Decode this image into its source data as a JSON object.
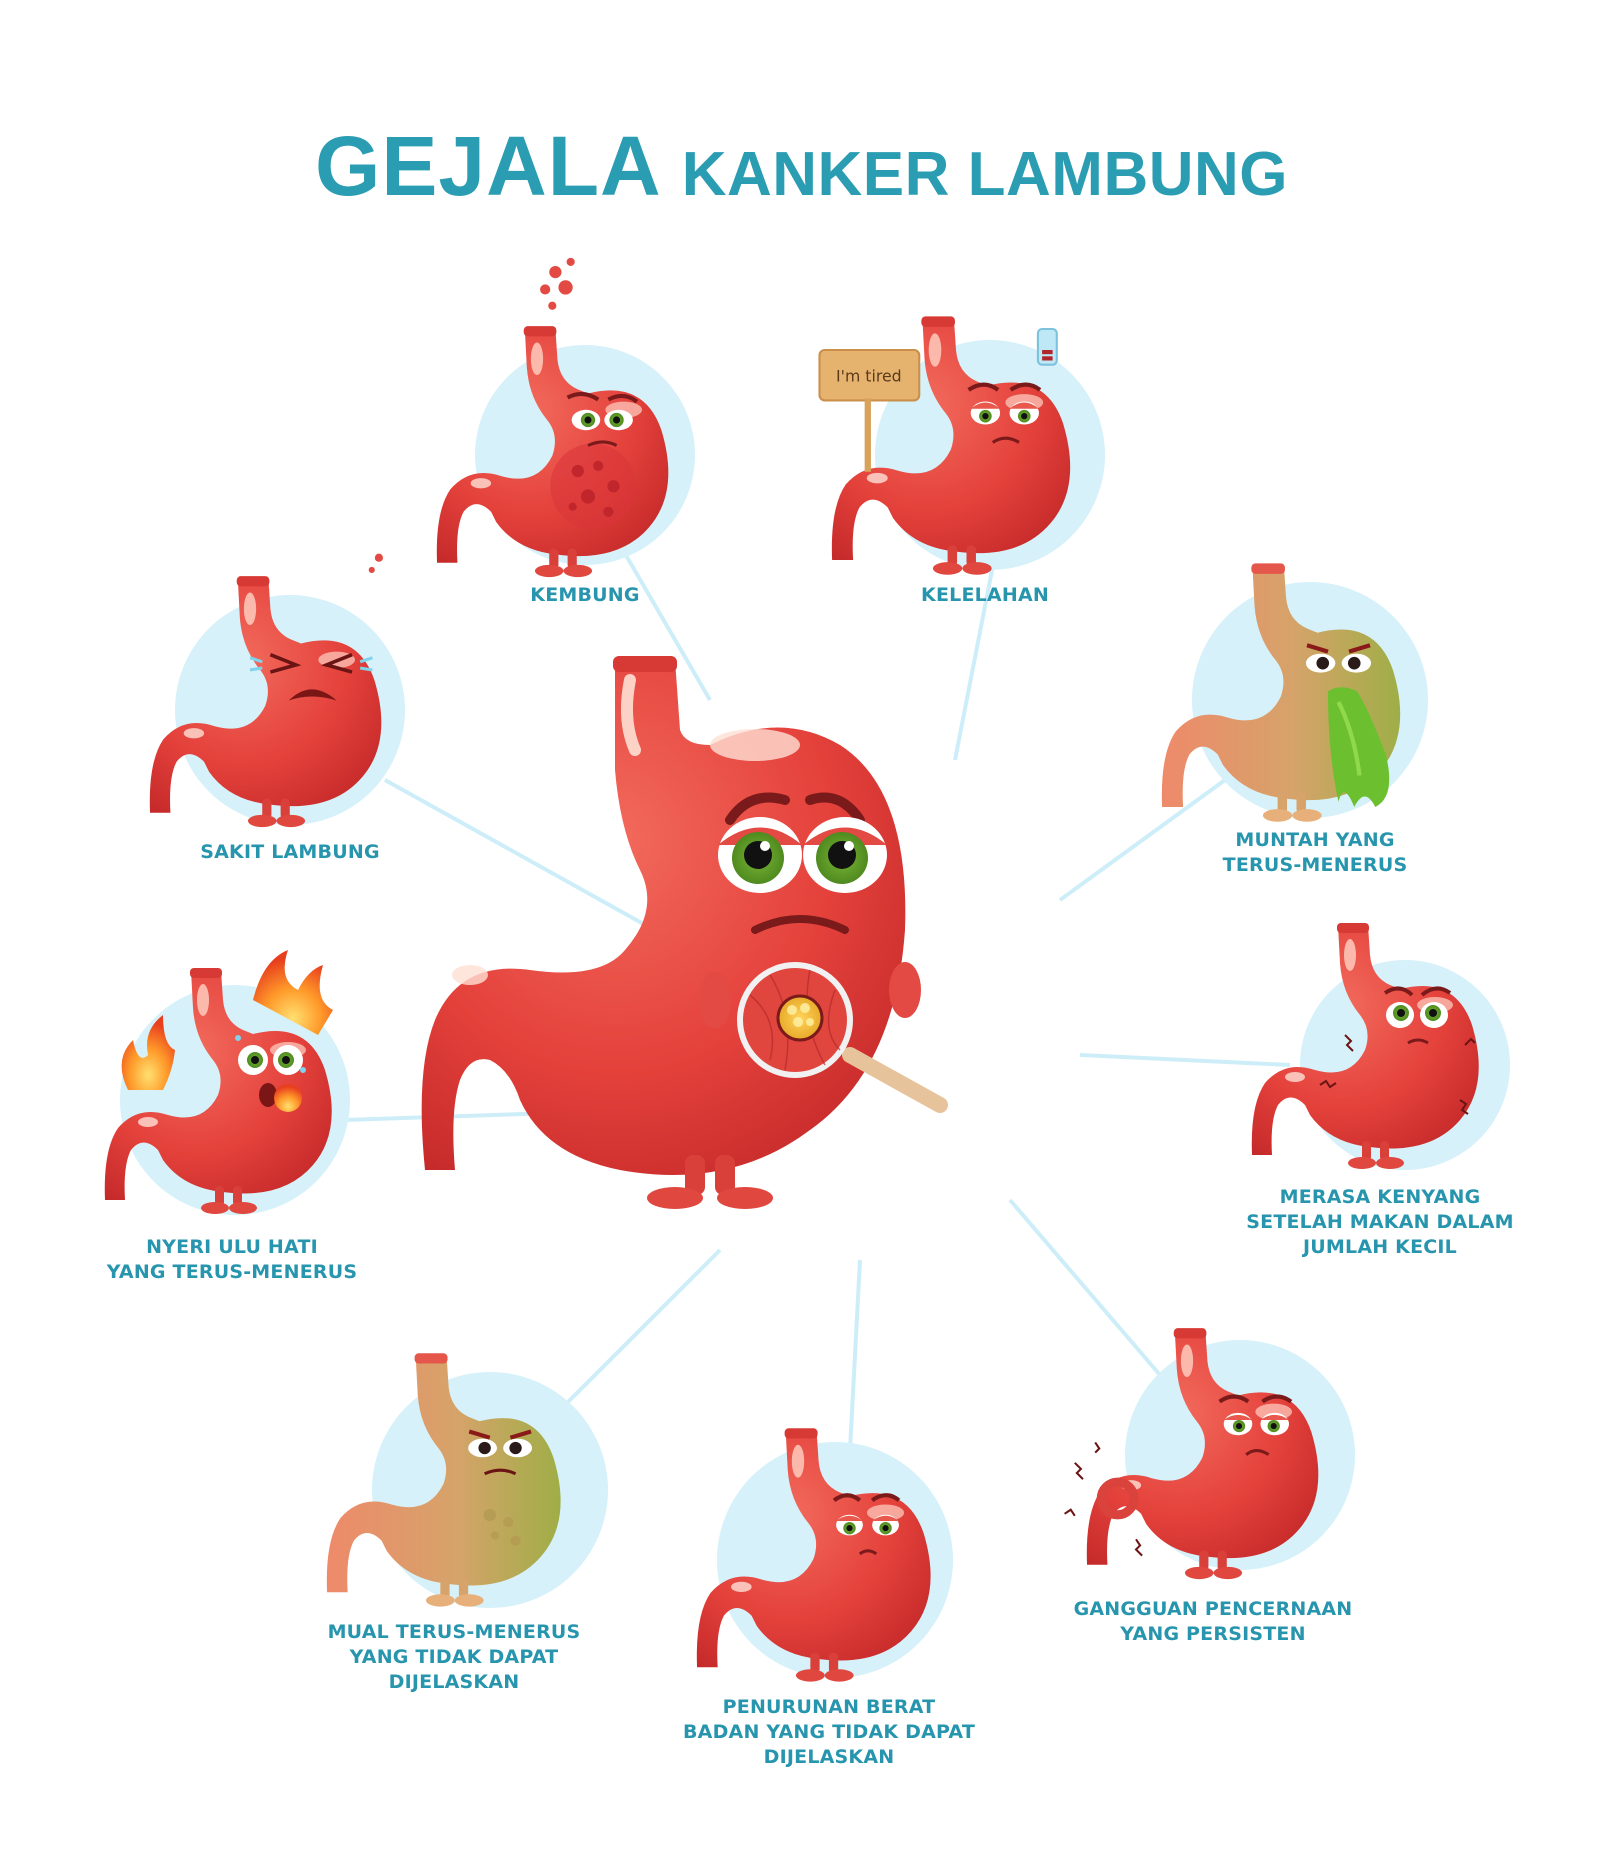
{
  "title": {
    "primary": "GEJALA",
    "secondary": "KANKER LAMBUNG",
    "color": "#2a9db2"
  },
  "center": {
    "name": "stomach-with-magnifier",
    "description": "Central sad stomach character holding a magnifying glass showing a tumor"
  },
  "colors": {
    "circle_bg": "#d6f1f9",
    "connector": "#cdeef8",
    "label": "#2795ad",
    "stomach_red": "#e8463f",
    "stomach_dark": "#c8282a",
    "stomach_highlight": "#f7a08c",
    "nausea_green": "#a8b559",
    "vomit_green": "#6cc02f",
    "eye_green": "#5d9a25"
  },
  "symptoms": [
    {
      "id": "kembung",
      "lines": [
        "KEMBUNG"
      ],
      "icon": "bloated-stomach-icon",
      "extra": ""
    },
    {
      "id": "kelelahan",
      "lines": [
        "KELELAHAN"
      ],
      "icon": "tired-stomach-icon",
      "extra": "I'm tired"
    },
    {
      "id": "sakit-lambung",
      "lines": [
        "SAKIT LAMBUNG"
      ],
      "icon": "stomach-pain-icon",
      "extra": ""
    },
    {
      "id": "muntah",
      "lines": [
        "MUNTAH YANG",
        "TERUS-MENERUS"
      ],
      "icon": "vomiting-stomach-icon",
      "extra": ""
    },
    {
      "id": "nyeri-ulu-hati",
      "lines": [
        "NYERI ULU HATI",
        "YANG TERUS-MENERUS"
      ],
      "icon": "heartburn-stomach-icon",
      "extra": ""
    },
    {
      "id": "merasa-kenyang",
      "lines": [
        "MERASA KENYANG",
        "SETELAH MAKAN DALAM",
        "JUMLAH KECIL"
      ],
      "icon": "early-satiety-stomach-icon",
      "extra": ""
    },
    {
      "id": "gangguan-pencernaan",
      "lines": [
        "GANGGUAN PENCERNAAN",
        "YANG PERSISTEN"
      ],
      "icon": "indigestion-stomach-icon",
      "extra": ""
    },
    {
      "id": "penurunan-berat",
      "lines": [
        "PENURUNAN BERAT",
        "BADAN YANG TIDAK DAPAT",
        "DIJELASKAN"
      ],
      "icon": "weight-loss-stomach-icon",
      "extra": ""
    },
    {
      "id": "mual",
      "lines": [
        "MUAL TERUS-MENERUS",
        "YANG TIDAK DAPAT",
        "DIJELASKAN"
      ],
      "icon": "nausea-stomach-icon",
      "extra": ""
    }
  ]
}
